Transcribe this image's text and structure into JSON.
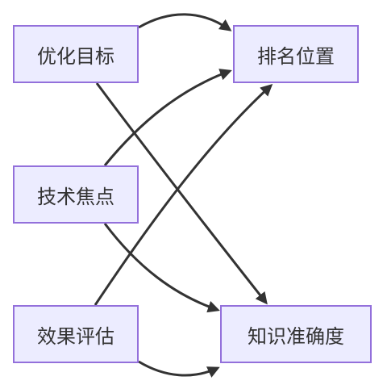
{
  "nodes": {
    "optimize": {
      "label": "优化目标"
    },
    "tech": {
      "label": "技术焦点"
    },
    "eval": {
      "label": "效果评估"
    },
    "rank": {
      "label": "排名位置"
    },
    "accuracy": {
      "label": "知识准确度"
    }
  },
  "edges": [
    {
      "from": "optimize",
      "to": "rank"
    },
    {
      "from": "optimize",
      "to": "accuracy"
    },
    {
      "from": "tech",
      "to": "rank"
    },
    {
      "from": "tech",
      "to": "accuracy"
    },
    {
      "from": "eval",
      "to": "rank"
    },
    {
      "from": "eval",
      "to": "accuracy"
    }
  ],
  "colors": {
    "node_fill": "#ECECFF",
    "node_border": "#9370DB",
    "edge": "#333333",
    "text": "#333333"
  }
}
